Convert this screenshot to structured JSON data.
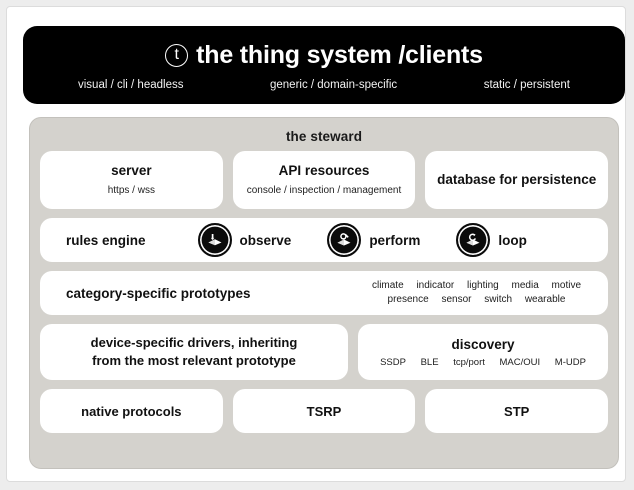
{
  "clients": {
    "logo_letter": "t",
    "title": "the thing system /clients",
    "subtitles": [
      "visual / cli / headless",
      "generic / domain-specific",
      "static / persistent"
    ]
  },
  "steward": {
    "title": "the steward",
    "services": [
      {
        "title": "server",
        "sub": "https / wss"
      },
      {
        "title": "API resources",
        "sub": "console / inspection / management"
      },
      {
        "title": "database for persistence",
        "sub": ""
      }
    ],
    "rules": {
      "label": "rules engine",
      "stages": [
        {
          "label": "observe",
          "icon": "observe-icon"
        },
        {
          "label": "perform",
          "icon": "perform-icon"
        },
        {
          "label": "loop",
          "icon": "loop-icon"
        }
      ]
    },
    "prototypes": {
      "label": "category-specific prototypes",
      "tags_line1": [
        "climate",
        "indicator",
        "lighting",
        "media",
        "motive"
      ],
      "tags_line2": [
        "presence",
        "sensor",
        "switch",
        "wearable"
      ]
    },
    "drivers": {
      "line1": "device-specific drivers, inheriting",
      "line2": "from the most relevant prototype"
    },
    "discovery": {
      "title": "discovery",
      "tags": [
        "SSDP",
        "BLE",
        "tcp/port",
        "MAC/OUI",
        "M-UDP"
      ]
    },
    "protocols": [
      "native protocols",
      "TSRP",
      "STP"
    ]
  },
  "colors": {
    "page_background": "#ededed",
    "card_background": "#ffffff",
    "clients_block": "#000000",
    "steward_panel": "#d4d2cd",
    "text": "#111111"
  }
}
